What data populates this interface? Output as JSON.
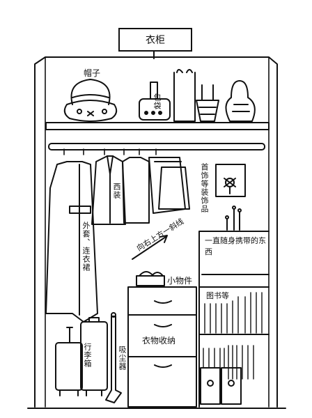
{
  "title": "衣柜",
  "labels": {
    "hat": "帽子",
    "bag": "包袋",
    "suit": "西装",
    "coat": "外套、连衣裙",
    "jewelry": "首饰等装饰品",
    "arrow": "向右上方一斜线",
    "small_items": "小物件",
    "carry": "一直随身携带的东西",
    "books": "图书等",
    "clothes_storage": "衣物收纳",
    "luggage": "行李箱",
    "vacuum": "吸尘器"
  }
}
